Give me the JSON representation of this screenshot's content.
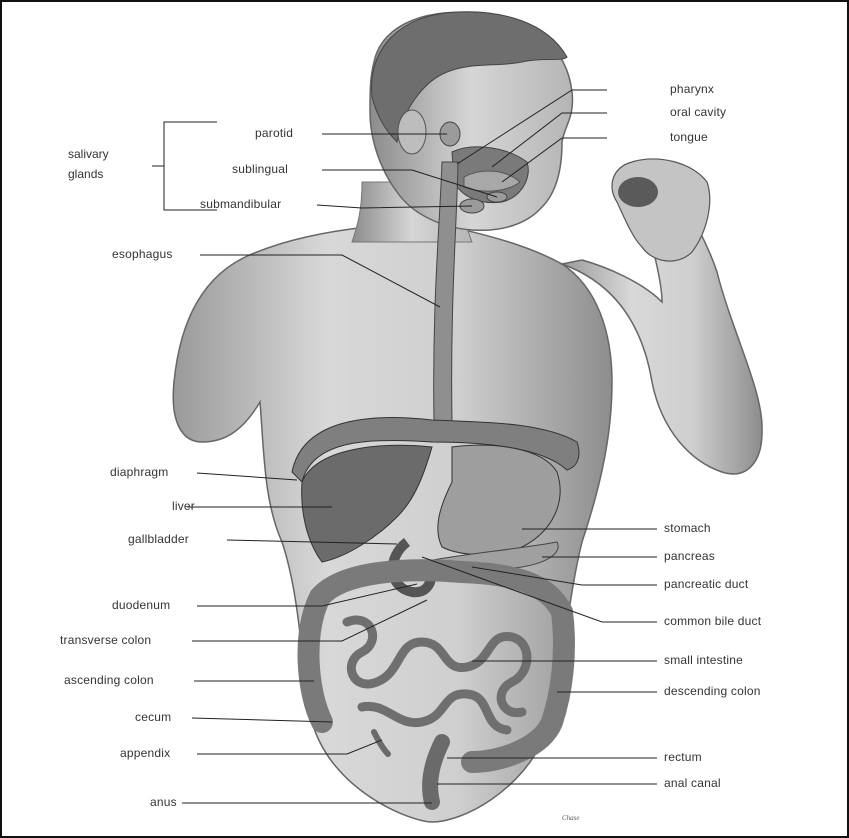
{
  "colors": {
    "frame": "#111111",
    "leader": "#222222",
    "figure": "#cfcfcf",
    "shade": "#8a8a8a"
  },
  "labels": {
    "salivary_group": "salivary glands",
    "parotid": "parotid",
    "sublingual": "sublingual",
    "submandibular": "submandibular",
    "esophagus": "esophagus",
    "diaphragm": "diaphragm",
    "liver": "liver",
    "gallbladder": "gallbladder",
    "duodenum": "duodenum",
    "transverse_colon": "transverse colon",
    "ascending_colon": "ascending colon",
    "cecum": "cecum",
    "appendix": "appendix",
    "anus": "anus",
    "pharynx": "pharynx",
    "oral_cavity": "oral cavity",
    "tongue": "tongue",
    "stomach": "stomach",
    "pancreas": "pancreas",
    "pancreatic_duct": "pancreatic duct",
    "common_bile_duct": "common bile duct",
    "small_intestine": "small intestine",
    "descending_colon": "descending colon",
    "rectum": "rectum",
    "anal_canal": "anal canal"
  },
  "artist_signature": "Chase"
}
